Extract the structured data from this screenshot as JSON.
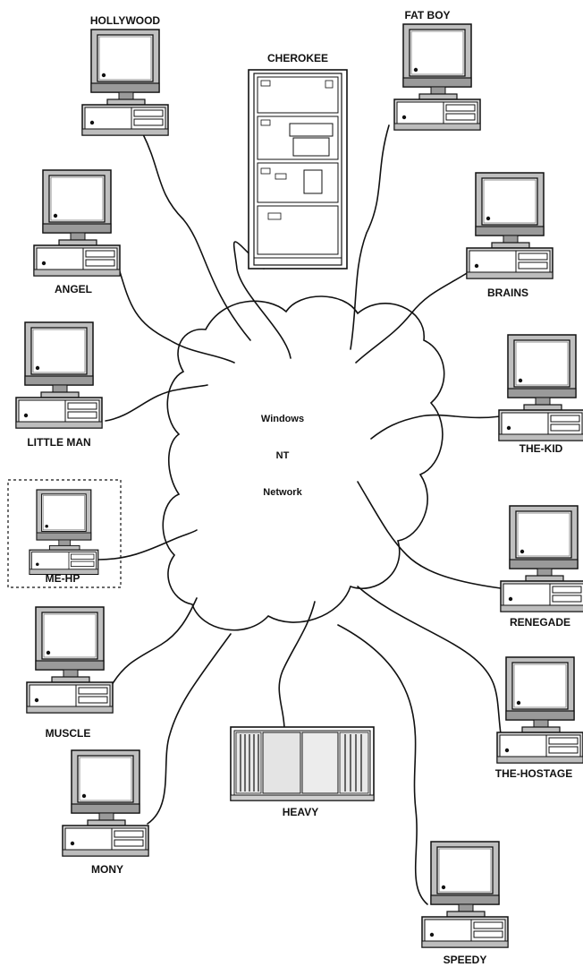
{
  "network": {
    "line1": "Windows",
    "line2": "NT",
    "line3": "Network"
  },
  "nodes": {
    "hollywood": "HOLLYWOOD",
    "fatboy": "FAT BOY",
    "cherokee": "CHEROKEE",
    "angel": "ANGEL",
    "brains": "BRAINS",
    "littleman": "LITTLE MAN",
    "thekid": "THE-KID",
    "mehp": "ME-HP",
    "renegade": "RENEGADE",
    "muscle": "MUSCLE",
    "thehostage": "THE-HOSTAGE",
    "heavy": "HEAVY",
    "mony": "MONY",
    "speedy": "SPEEDY"
  },
  "icons": {
    "workstation": "desktop-computer-icon",
    "server_tower": "server-tower-icon",
    "rack_server": "rack-server-icon",
    "cloud": "network-cloud-icon"
  }
}
